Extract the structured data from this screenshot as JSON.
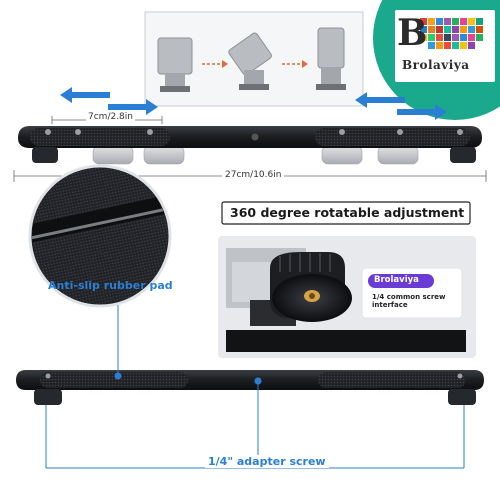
{
  "brand": {
    "name": "Brolaviya",
    "initial": "B",
    "badge_color": "#1aa98c"
  },
  "labels": {
    "spacing": "7cm/2.8in",
    "total_length": "27cm/10.6in",
    "rotation": "360 degree rotatable adjustment",
    "anti_slip": "Anti-slip rubber pad",
    "adapter": "1/4\" adapter screw"
  },
  "inset_card": {
    "brand": "Brolaviya",
    "caption": "1/4 common screw interface"
  },
  "colors": {
    "accent_blue": "#2a7fd4",
    "bar": "#1b1d20",
    "knob_gray": "#c6c8cc"
  }
}
